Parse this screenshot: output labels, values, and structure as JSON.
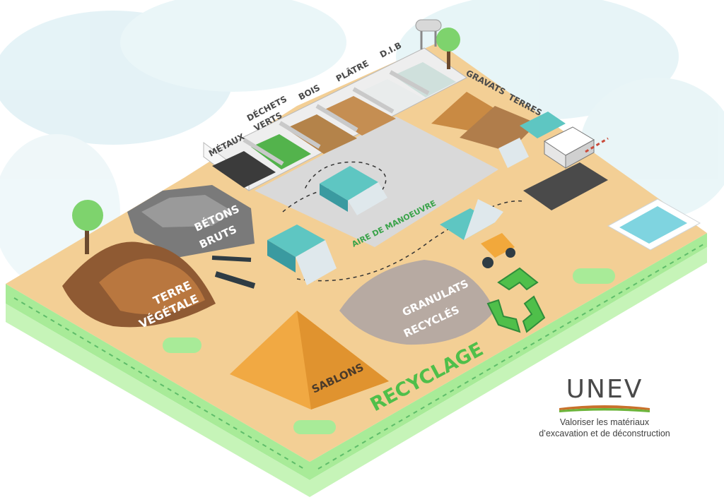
{
  "labels": {
    "metaux": "MÉTAUX",
    "dechets_verts_1": "DÉCHETS",
    "dechets_verts_2": "VERTS",
    "bois": "BOIS",
    "platre": "PLÂTRE",
    "dib": "D.I.B",
    "gravats": "GRAVATS",
    "terres": "TERRES",
    "betons_1": "BÉTONS",
    "betons_2": "BRUTS",
    "aire": "AIRE DE MANOEUVRE",
    "terre_1": "TERRE",
    "terre_2": "VÉGÉTALE",
    "granulats_1": "GRANULATS",
    "granulats_2": "RECYCLÉS",
    "sablons": "SABLONS",
    "recyclage": "RECYCLAGE"
  },
  "brand": {
    "name": "UNEV",
    "tagline_1": "Valoriser les matériaux",
    "tagline_2": "d’excavation et de déconstruction"
  },
  "colors": {
    "ground": "#f3cf95",
    "grass": "#9fe58f",
    "recycle_green": "#4fbf4a",
    "truck_cab": "#dfe8ec",
    "truck_box": "#5ec6c2",
    "brand_brown": "#c8712b",
    "brand_green": "#6bb43a"
  }
}
